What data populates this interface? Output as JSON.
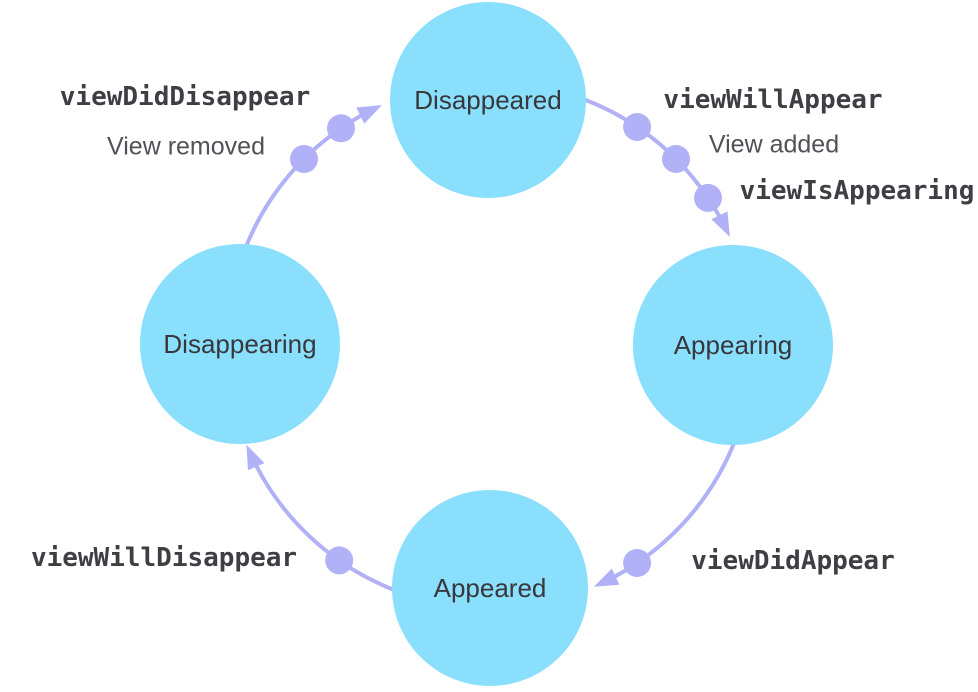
{
  "diagram": {
    "kind": "state-cycle",
    "states": [
      {
        "label": "Disappeared",
        "position": "top"
      },
      {
        "label": "Appearing",
        "position": "right"
      },
      {
        "label": "Appeared",
        "position": "bottom"
      },
      {
        "label": "Disappearing",
        "position": "left"
      }
    ],
    "transitions": [
      {
        "from": "Disappeared",
        "to": "Appearing",
        "events": [
          "viewWillAppear",
          "View added",
          "viewIsAppearing"
        ]
      },
      {
        "from": "Appearing",
        "to": "Appeared",
        "events": [
          "viewDidAppear"
        ]
      },
      {
        "from": "Appeared",
        "to": "Disappearing",
        "events": [
          "viewWillDisappear"
        ]
      },
      {
        "from": "Disappearing",
        "to": "Disappeared",
        "events": [
          "View removed",
          "viewDidDisappear"
        ]
      }
    ]
  },
  "colors": {
    "background": "#ffffff",
    "node_fill": "#8ADFFC",
    "arrow": "#B1B1F7",
    "state_text": "#37373C",
    "method_text": "#3E3E44",
    "note_text": "#515157"
  }
}
